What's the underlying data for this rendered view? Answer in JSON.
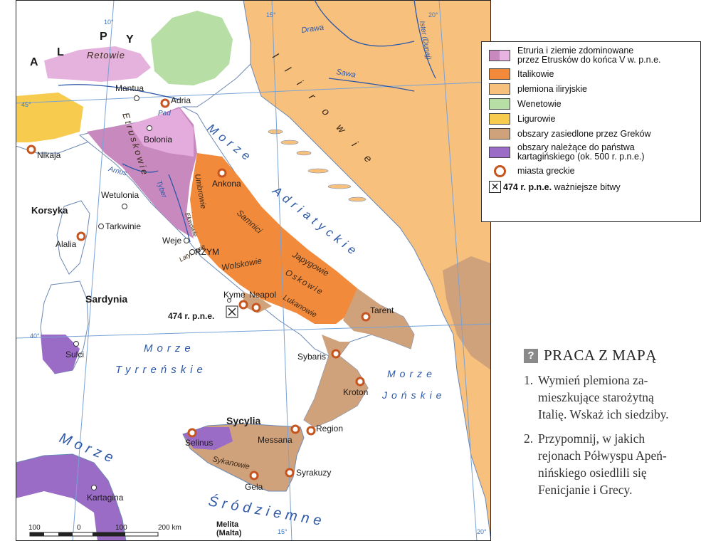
{
  "legend": {
    "items": [
      {
        "id": "etruria",
        "line1": "Etruria i ziemie zdominowane",
        "line2": "przez Etrusków do końca V w. p.n.e.",
        "colors": [
          "#c889bf",
          "#e8b3e0"
        ]
      },
      {
        "id": "italikowie",
        "line1": "Italikowie",
        "line2": "",
        "colors": [
          "#f28a3c"
        ]
      },
      {
        "id": "iliryjskie",
        "line1": "plemiona iliryjskie",
        "line2": "",
        "colors": [
          "#f7c07d"
        ]
      },
      {
        "id": "wenetowie",
        "line1": "Wenetowie",
        "line2": "",
        "colors": [
          "#b7dea5"
        ]
      },
      {
        "id": "ligurowie",
        "line1": "Ligurowie",
        "line2": "",
        "colors": [
          "#f6cb4e"
        ]
      },
      {
        "id": "grecy",
        "line1": "obszary zasiedlone przez Greków",
        "line2": "",
        "colors": [
          "#cfa27c"
        ]
      },
      {
        "id": "kartagina",
        "line1": "obszary należące do państwa",
        "line2": "kartagińskiego (ok. 500 r. p.n.e.)",
        "colors": [
          "#9b6cc6"
        ]
      }
    ],
    "city_label": "miasta greckie",
    "battle_year": "474 r. p.n.e.",
    "battle_label": "ważniejsze bitwy"
  },
  "map": {
    "mountains": [
      "A",
      "L",
      "P",
      "Y"
    ],
    "seas": {
      "adriatic_1": "Morze",
      "adriatic_2": "Adriatyckie",
      "tyrrhenian_1": "Morze",
      "tyrrhenian_2": "Tyrreńskie",
      "ionian_1": "Morze",
      "ionian_2": "Jońskie",
      "med_1": "Morze",
      "med_2": "Śródziemne"
    },
    "rivers": {
      "drawa": "Drawa",
      "sawa": "Sawa",
      "ister": "Ister (Dunaj)",
      "pad": "Pad",
      "arnus": "Arnus",
      "tyber": "Tyber"
    },
    "tribes": {
      "retowie": "Retowie",
      "etruskowie": "Etruskowie",
      "umbrowie": "Umbrowie",
      "ekwowie": "Ekwowie",
      "latynowie": "Latynowie",
      "samnici": "Samnici",
      "wolskowie": "Wolskowie",
      "japygowie": "Japygowie",
      "oskowie": "Oskowie",
      "lukanowie": "Lukanowie",
      "sykanowie": "Sykanowie",
      "ilirowie": "Ilirowie"
    },
    "islands": {
      "korsyka": "Korsyka",
      "sardynia": "Sardynia",
      "sycylia": "Sycylia",
      "melita_1": "Melita",
      "melita_2": "(Malta)"
    },
    "cities": {
      "mantua": "Mantua",
      "adria": "Adria",
      "bolonia": "Bolonia",
      "nikaja": "Nikaja",
      "ankona": "Ankona",
      "wetulonia": "Wetulonia",
      "tarkwinie": "Tarkwinie",
      "alalia": "Alalia",
      "weje": "Weje",
      "rzym": "RZYM",
      "kyme": "Kyme",
      "neapol": "Neapol",
      "tarent": "Tarent",
      "sulci": "Sulci",
      "sybaris": "Sybaris",
      "kroton": "Kroton",
      "messana": "Messana",
      "region": "Region",
      "selinus": "Selinus",
      "syrakuzy": "Syrakuzy",
      "gela": "Gela",
      "kartagina": "Kartagina"
    },
    "battle_label": "474 r. p.n.e.",
    "degrees": {
      "d10": "10°",
      "d15a": "15°",
      "d20a": "20°",
      "d45": "45°",
      "d40": "40°",
      "d15b": "15°",
      "d20b": "20°"
    },
    "scale": {
      "s100a": "100",
      "s0": "0",
      "s100b": "100",
      "s200": "200 km"
    }
  },
  "task": {
    "q": "?",
    "title": "PRACA Z MAPĄ",
    "items": [
      {
        "num": "1.",
        "l1": "Wymień plemiona za-",
        "l2": "mieszkujące starożytną",
        "l3": "Italię. Wskaż ich siedziby."
      },
      {
        "num": "2.",
        "l1": "Przypomnij, w jakich",
        "l2": "rejonach Półwyspu Apeń-",
        "l3": "nińskiego osiedlili się",
        "l4": "Fenicjanie i Grecy."
      }
    ]
  },
  "colors": {
    "sea": "#ffffff",
    "coast": "#6b88b3",
    "grid": "#78a2d6",
    "etruria": "#c889bf",
    "italikowie": "#f28a3c",
    "iliryjskie": "#f7c07d",
    "wenetowie": "#b7dea5",
    "ligurowie": "#f6cb4e",
    "grecy": "#cfa27c",
    "kartagina": "#9b6cc6",
    "city_ring": "#c5541e"
  }
}
